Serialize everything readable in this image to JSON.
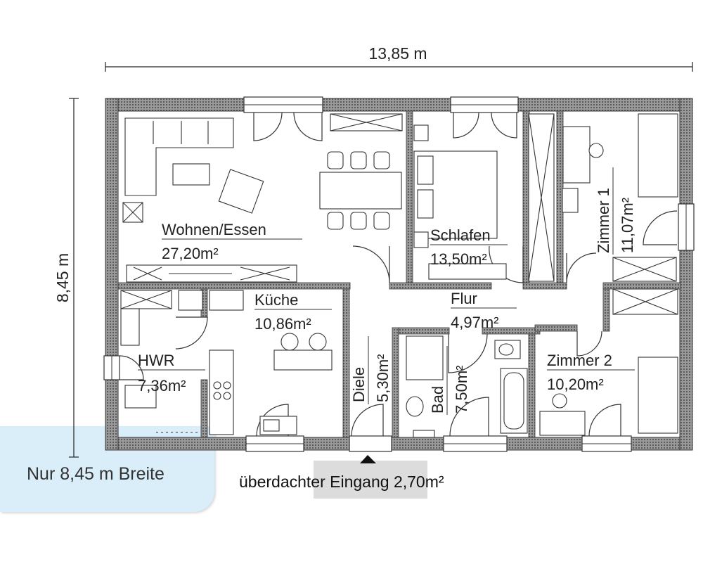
{
  "dimensions": {
    "width_label": "13,85 m",
    "depth_label": "8,45 m"
  },
  "rooms": [
    {
      "name": "Wohnen/Essen",
      "area": "27,20m²"
    },
    {
      "name": "Schlafen",
      "area": "13,50m²"
    },
    {
      "name": "Zimmer 1",
      "area": "11,07m²"
    },
    {
      "name": "Küche",
      "area": "10,86m²"
    },
    {
      "name": "Flur",
      "area": "4,97m²"
    },
    {
      "name": "HWR",
      "area": "7,36m²"
    },
    {
      "name": "Diele",
      "area": "5,30m²"
    },
    {
      "name": "Bad",
      "area": "7,50m²"
    },
    {
      "name": "Zimmer 2",
      "area": "10,20m²"
    }
  ],
  "entrance_label": "überdachter Eingang 2,70m²",
  "note": "Nur 8,45 m Breite"
}
